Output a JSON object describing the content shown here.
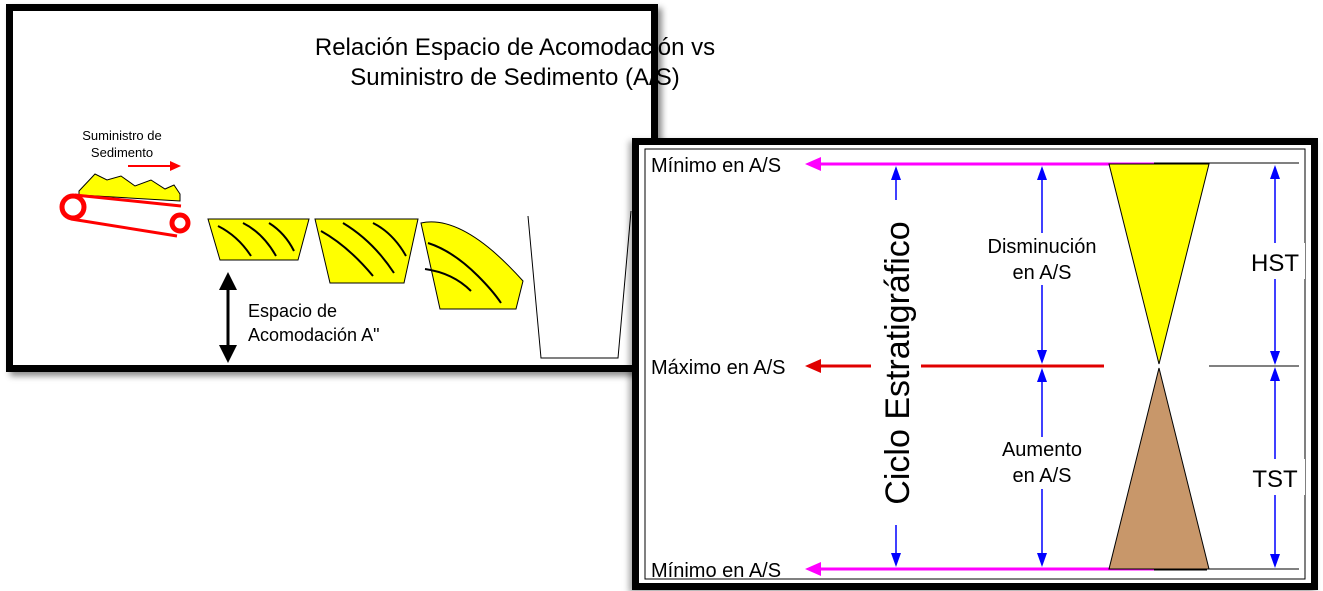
{
  "left_panel": {
    "title_line1": "Relación Espacio de Acomodación vs",
    "title_line2": "Suministro de Sedimento (A/S)",
    "supply_label_line1": "Suministro de",
    "supply_label_line2": "Sedimento",
    "accommodation_label_line1": "Espacio de",
    "accommodation_label_line2": "Acomodación A\""
  },
  "right_panel": {
    "min_top_label": "Mínimo en A/S",
    "max_label": "Máximo en A/S",
    "min_bottom_label": "Mínimo en A/S",
    "cycle_label": "Ciclo Estratigráfico",
    "decrease_line1": "Disminución",
    "decrease_line2": "en A/S",
    "increase_line1": "Aumento",
    "increase_line2": "en A/S",
    "hst_label": "HST",
    "tst_label": "TST"
  },
  "colors": {
    "sediment_yellow": "#ffff00",
    "tst_brown": "#c8976a",
    "magenta_arrow": "#ff00ff",
    "red_arrow": "#e00000",
    "blue_arrow": "#0000ff",
    "conveyor_red": "#ff0000"
  }
}
